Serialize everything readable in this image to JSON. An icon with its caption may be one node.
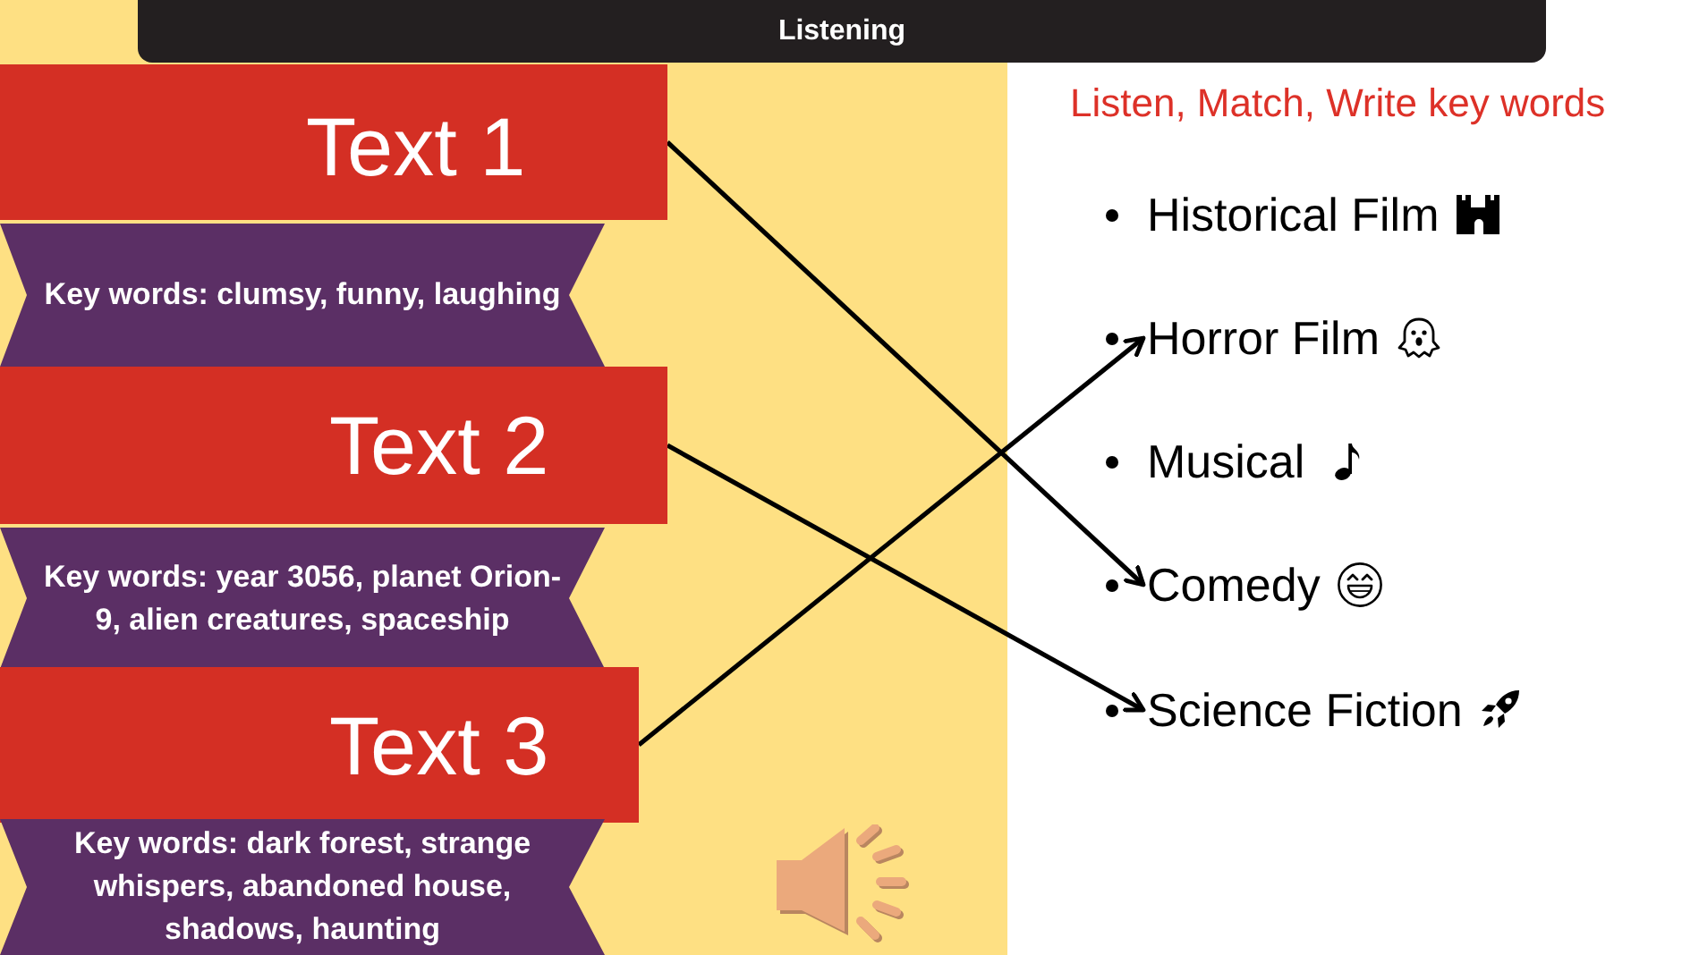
{
  "diagram": {
    "title": "Listening",
    "nodes": [
      {
        "text": [
          "Text 1"
        ]
      },
      {
        "text": [
          "Key words: clumsy, funny, laughing"
        ]
      },
      {
        "text": [
          "Text 2"
        ]
      },
      {
        "text": [
          "Key words: year 3056, planet Orion-9, alien creatures, spaceship"
        ]
      },
      {
        "text": [
          "Text 3"
        ]
      },
      {
        "text": [
          "Key words: dark forest, strange whispers, abandoned house, shadows, haunting"
        ]
      },
      {
        "text": [
          "Historical Film"
        ]
      },
      {
        "text": [
          "Horror Film"
        ]
      },
      {
        "text": [
          "Musical"
        ]
      },
      {
        "text": [
          "Comedy"
        ]
      },
      {
        "text": [
          "Science Fiction"
        ]
      }
    ],
    "edges": [
      {
        "from": 0,
        "to": 9,
        "arrow": "to"
      },
      {
        "from": 2,
        "to": 10,
        "arrow": "to"
      },
      {
        "from": 4,
        "to": 7,
        "arrow": "to"
      }
    ],
    "labels": [
      "Listen, Match, Write key words"
    ]
  }
}
